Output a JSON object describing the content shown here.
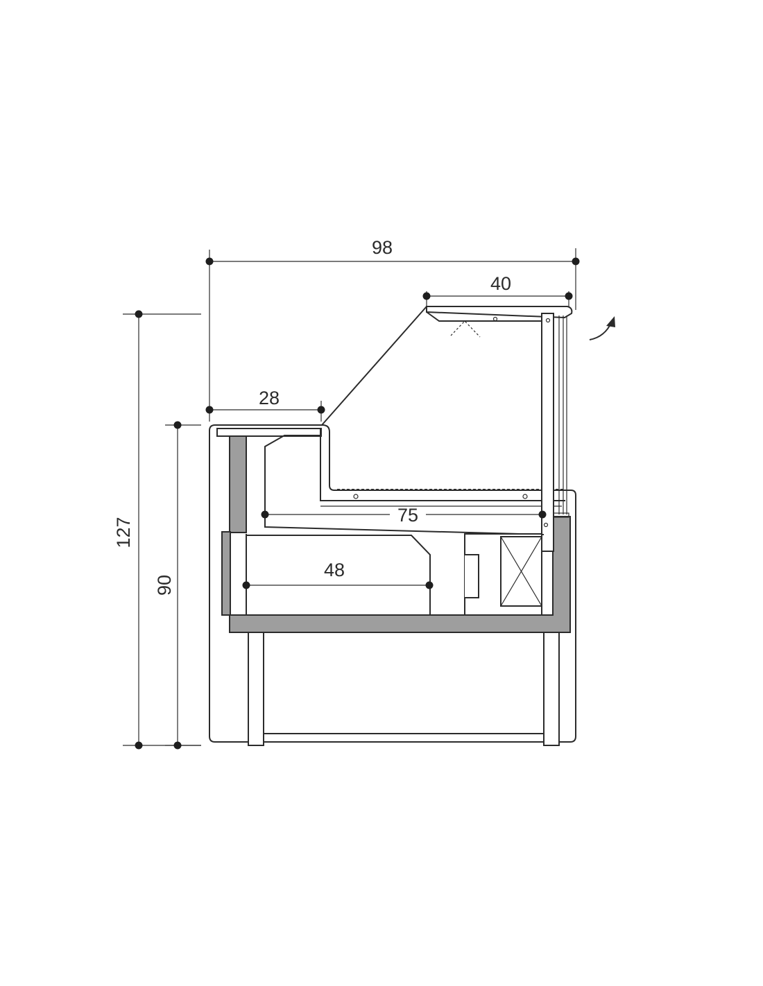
{
  "dimensions": {
    "overall_depth": "98",
    "top_shelf_depth": "40",
    "service_shelf_depth": "28",
    "overall_height": "127",
    "counter_height": "90",
    "display_depth": "75",
    "storage_depth": "48"
  },
  "colors": {
    "line": "#2b2b2b",
    "insulation_fill": "#9e9e9e",
    "background": "#ffffff",
    "dimension_dot": "#1e1e1e"
  }
}
